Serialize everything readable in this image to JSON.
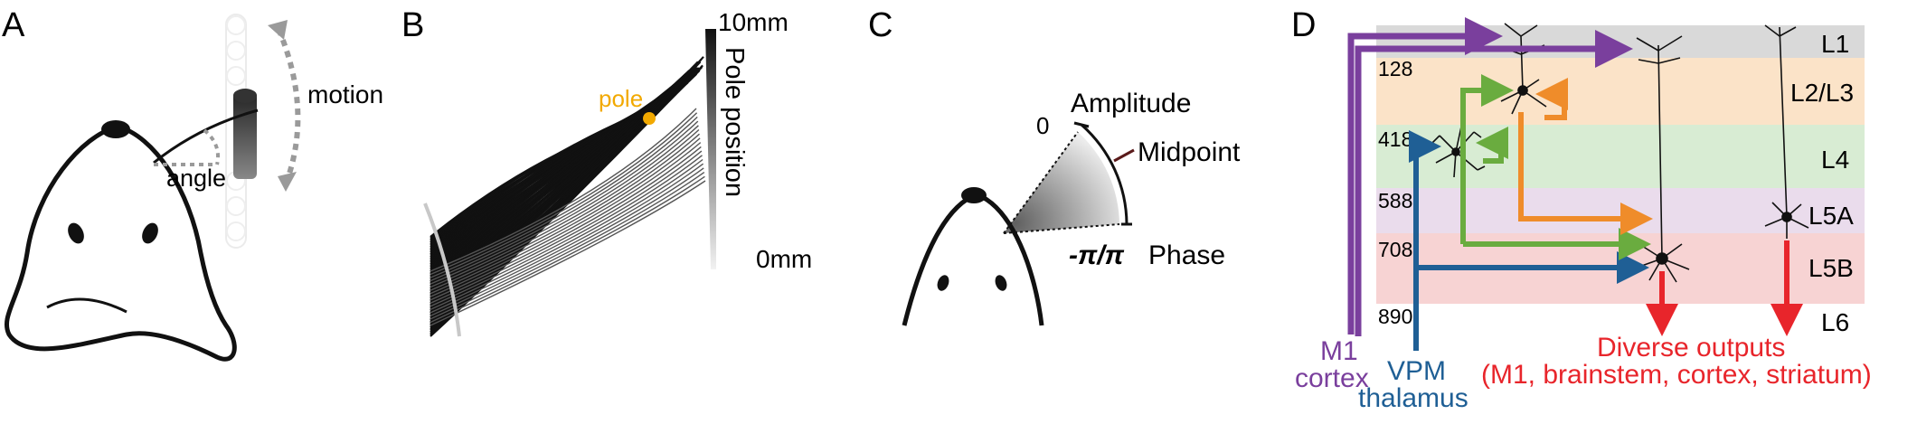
{
  "panels": {
    "A": {
      "letter": "A",
      "label_motion": "motion",
      "label_angle": "angle"
    },
    "B": {
      "letter": "B",
      "label_pole": "pole",
      "colorbar_top": "10mm",
      "colorbar_bottom": "0mm",
      "colorbar_title": "Pole position"
    },
    "C": {
      "letter": "C",
      "label_amplitude": "Amplitude",
      "label_midpoint": "Midpoint",
      "label_zero": "0",
      "label_phase_symbol": "-π/π",
      "label_phase": "Phase"
    },
    "D": {
      "letter": "D",
      "layers": [
        "L1",
        "L2/L3",
        "L4",
        "L5A",
        "L5B",
        "L6"
      ],
      "depths": [
        "128",
        "418",
        "588",
        "708",
        "890"
      ],
      "m1_line1": "M1",
      "m1_line2": "cortex",
      "vpm_line1": "VPM",
      "vpm_line2": "thalamus",
      "outputs_line1": "Diverse outputs",
      "outputs_line2": "(M1, brainstem, cortex, striatum)"
    }
  },
  "colors": {
    "pole": "#f2a900",
    "m1": "#7a3f9d",
    "vpm": "#1f5f95",
    "outputs": "#e8252b",
    "green_arrow": "#6aac3f",
    "orange_arrow": "#ef8c2a",
    "L1": "#d9d9d9",
    "L23": "#fbe3c8",
    "L4": "#d8ecd3",
    "L5A": "#eadcec",
    "L5B": "#f7d3d3"
  }
}
